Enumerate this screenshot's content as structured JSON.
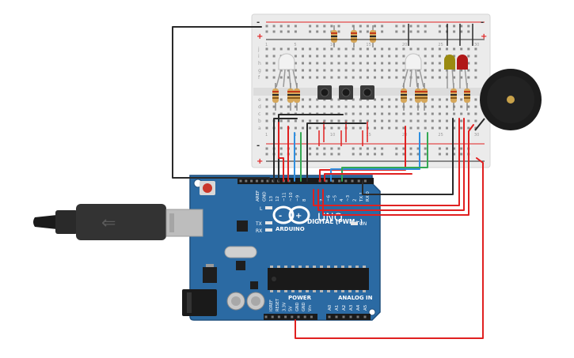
{
  "arduino": {
    "brand": "ARDUINO",
    "model": "UNO",
    "digital_label": "DIGITAL (PWM~)",
    "power_label": "POWER",
    "analog_label": "ANALOG IN",
    "on_label": "ON",
    "tx_label": "TX",
    "rx_label": "RX",
    "l_label": "L",
    "top_header_pins": [
      "AREF",
      "GND",
      "13",
      "12",
      "~11",
      "~10",
      "~9",
      "8",
      "7",
      "~6",
      "~5",
      "4",
      "~3",
      "2",
      "TX 1",
      "RX 0"
    ],
    "power_pins": [
      "IOREF",
      "RESET",
      "3.3V",
      "5V",
      "GND",
      "GND",
      "Vin"
    ],
    "analog_pins": [
      "A0",
      "A1",
      "A2",
      "A3",
      "A4",
      "A5"
    ]
  },
  "breadboard": {
    "rail_plus": "+",
    "rail_minus": "-",
    "row_letters_top": [
      "j",
      "i",
      "h",
      "g",
      "f"
    ],
    "row_letters_bottom": [
      "e",
      "d",
      "c",
      "b",
      "a"
    ],
    "column_numbers": [
      "1",
      "5",
      "10",
      "15",
      "20",
      "25",
      "30"
    ]
  },
  "colors": {
    "board_blue": "#2b6aa3",
    "board_dark": "#1f4f7d",
    "wire_red": "#e02020",
    "wire_black": "#2a2a2a",
    "wire_blue": "#2f8fe0",
    "wire_green": "#34a853",
    "led_yellow": "#9a8a10",
    "led_red": "#b01818",
    "breadboard": "#ebebeb"
  }
}
